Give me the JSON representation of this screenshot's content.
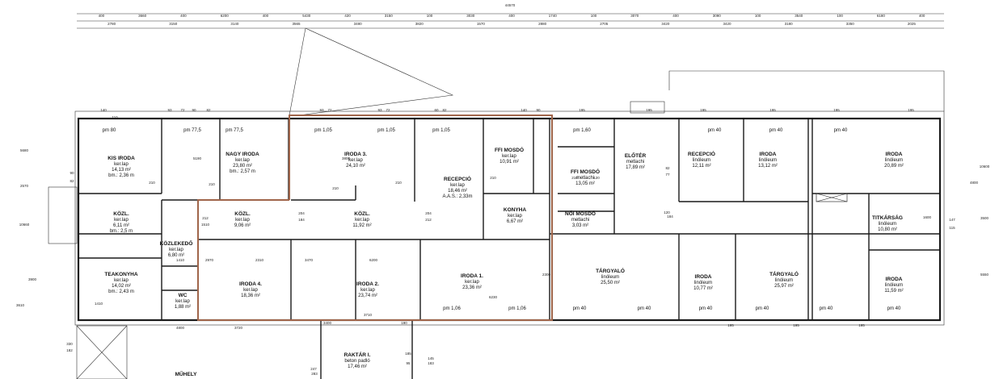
{
  "overall_dimension": "44570",
  "top_dims_row1": [
    "400",
    "3660",
    "400",
    "6200",
    "400",
    "5430",
    "420",
    "3150",
    "100",
    "3030",
    "400",
    "1740",
    "100",
    "3070",
    "400",
    "3090",
    "100",
    "3540",
    "100",
    "6180",
    "400"
  ],
  "top_dims_row2": [
    "2780",
    "3150",
    "3140",
    "3565",
    "3480",
    "3820",
    "1570",
    "2880",
    "2705",
    "3420",
    "3420",
    "3180",
    "3350",
    "2025"
  ],
  "rooms": [
    {
      "name": "KIS IRODA",
      "lines": [
        "ker.lap",
        "14,13 m²",
        "bm.: 2,36 m"
      ]
    },
    {
      "name": "NAGY IRODA",
      "lines": [
        "ker.lap",
        "23,80 m²",
        "bm.: 2,57 m"
      ]
    },
    {
      "name": "IRODA 3.",
      "lines": [
        "ker.lap",
        "24,10 m²"
      ]
    },
    {
      "name": "RECEPCIÓ",
      "lines": [
        "ker.lap",
        "18,46 m²",
        "A.A.S.: 2,33m"
      ]
    },
    {
      "name": "FFI MOSDÓ",
      "lines": [
        "ker.lap",
        "10,91 m²"
      ]
    },
    {
      "name": "FFI MOSDÓ",
      "lines": [
        "metlachi",
        "13,05 m²"
      ]
    },
    {
      "name": "NŐI MOSDÓ",
      "lines": [
        "metlachi",
        "3,03 m²"
      ]
    },
    {
      "name": "ELŐTÉR",
      "lines": [
        "metlachi",
        "17,89 m²"
      ]
    },
    {
      "name": "RECEPCIÓ",
      "lines": [
        "linóleum",
        "12,11 m²"
      ]
    },
    {
      "name": "IRODA",
      "lines": [
        "linóleum",
        "13,12 m²"
      ]
    },
    {
      "name": "IRODA",
      "lines": [
        "linóleum",
        "20,89 m²"
      ]
    },
    {
      "name": "KÖZL.",
      "lines": [
        "ker.lap",
        "6,11 m²",
        "bm.: 2,5 m"
      ]
    },
    {
      "name": "KÖZL.",
      "lines": [
        "ker.lap",
        "9,06 m²"
      ]
    },
    {
      "name": "KÖZL.",
      "lines": [
        "ker.lap",
        "11,92 m²"
      ]
    },
    {
      "name": "KONYHA",
      "lines": [
        "ker.lap",
        "6,67 m²"
      ]
    },
    {
      "name": "TITKÁRSÁG",
      "lines": [
        "linóleum",
        "10,80 m²"
      ]
    },
    {
      "name": "KÖZLEKEDŐ",
      "lines": [
        "ker.lap",
        "6,80 m²"
      ]
    },
    {
      "name": "TEAKONYHA",
      "lines": [
        "ker.lap",
        "14,02 m²",
        "bm.: 2,43 m"
      ]
    },
    {
      "name": "WC",
      "lines": [
        "ker.lap",
        "1,88 m²"
      ]
    },
    {
      "name": "IRODA 4.",
      "lines": [
        "ker.lap",
        "18,36 m²"
      ]
    },
    {
      "name": "IRODA 2.",
      "lines": [
        "ker.lap",
        "23,74 m²"
      ]
    },
    {
      "name": "IRODA 1.",
      "lines": [
        "ker.lap",
        "23,36 m²"
      ]
    },
    {
      "name": "TÁRGYALÓ",
      "lines": [
        "linóleum",
        "25,50 m²"
      ]
    },
    {
      "name": "IRODA",
      "lines": [
        "linóleum",
        "10,77 m²"
      ]
    },
    {
      "name": "TÁRGYALÓ",
      "lines": [
        "linóleum",
        "25,97 m²"
      ]
    },
    {
      "name": "IRODA",
      "lines": [
        "linóleum",
        "11,59 m²"
      ]
    },
    {
      "name": "RAKTÁR I.",
      "lines": [
        "beton padló",
        "17,46 m²"
      ]
    },
    {
      "name": "MŰHELY",
      "lines": []
    }
  ],
  "pm_labels": [
    "pm 80",
    "pm 77,5",
    "pm 77,5",
    "pm 1,05",
    "pm 1,05",
    "pm 1,05",
    "pm 1,60",
    "pm 40",
    "pm 40",
    "pm 40",
    "pm 1,06",
    "pm 1,06",
    "pm 40",
    "pm 40",
    "pm 40",
    "pm 40",
    "pm 40",
    "pm 40"
  ],
  "small_dims": [
    "140",
    "110",
    "90",
    "82",
    "93",
    "72",
    "90",
    "82",
    "93",
    "72",
    "93",
    "72",
    "60",
    "82",
    "140",
    "90",
    "195",
    "195",
    "195",
    "195",
    "195",
    "195",
    "195",
    "195",
    "195",
    "210",
    "210",
    "210",
    "210",
    "210",
    "210",
    "120",
    "120",
    "184",
    "204",
    "184",
    "204",
    "212",
    "212",
    "1510",
    "1410",
    "2970",
    "2310",
    "3470",
    "6200",
    "3710",
    "1410",
    "4800",
    "3720",
    "2300",
    "6230",
    "3400",
    "190",
    "185",
    "145",
    "95",
    "183",
    "247",
    "283",
    "330",
    "182",
    "147",
    "115",
    "82",
    "77",
    "1600",
    "3900",
    "5680",
    "10660",
    "10600",
    "3500",
    "5550",
    "4800",
    "2570",
    "5190",
    "3800",
    "3610"
  ]
}
